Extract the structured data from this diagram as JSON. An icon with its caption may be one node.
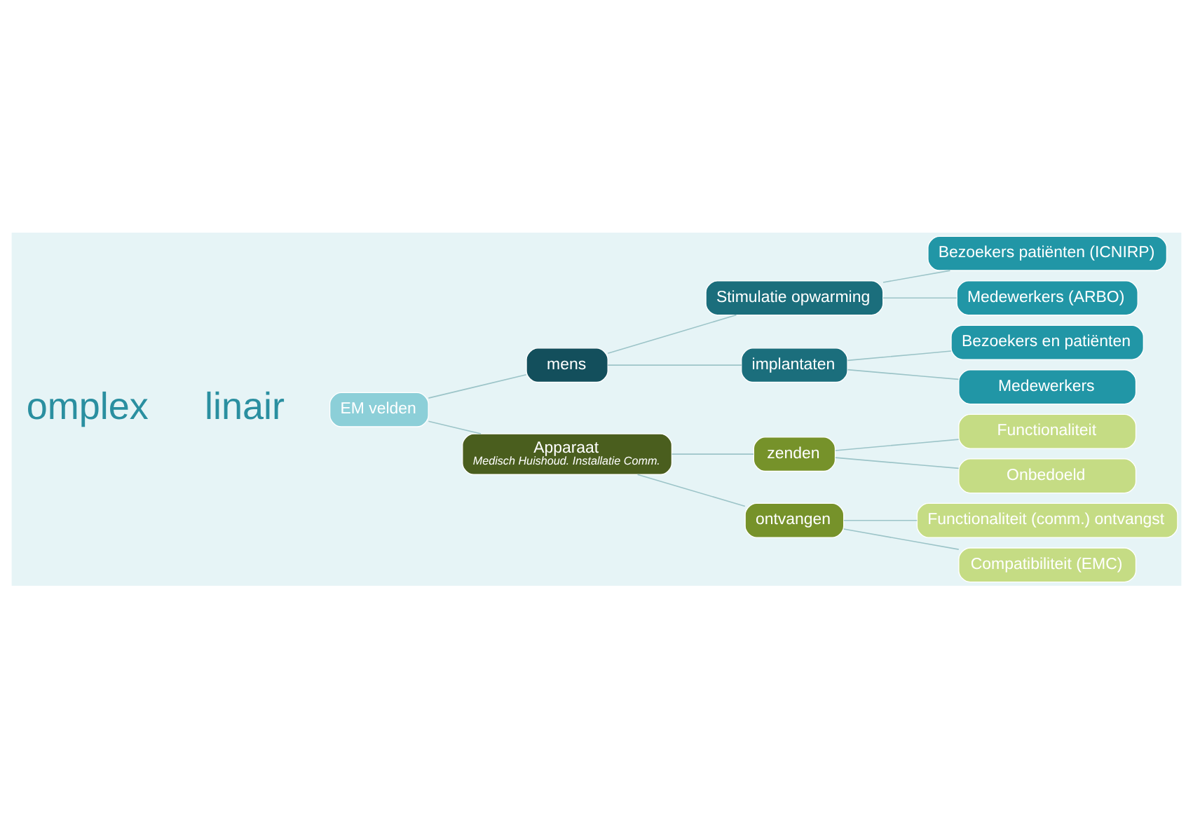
{
  "diagram": {
    "nodes": [
      {
        "text": [
          "EM velden"
        ]
      },
      {
        "text": [
          "mens"
        ]
      },
      {
        "text": [
          "Apparaat",
          "Medisch Huishoud. Installatie Comm."
        ]
      },
      {
        "text": [
          "Stimulatie opwarming"
        ]
      },
      {
        "text": [
          "implantaten"
        ]
      },
      {
        "text": [
          "zenden"
        ]
      },
      {
        "text": [
          "ontvangen"
        ]
      },
      {
        "text": [
          "Bezoekers patiënten (ICNIRP)"
        ]
      },
      {
        "text": [
          "Medewerkers (ARBO)"
        ]
      },
      {
        "text": [
          "Bezoekers en patiënten"
        ]
      },
      {
        "text": [
          "Medewerkers"
        ]
      },
      {
        "text": [
          "Functionaliteit"
        ]
      },
      {
        "text": [
          "Onbedoeld"
        ]
      },
      {
        "text": [
          "Functionaliteit (comm.) ontvangst"
        ]
      },
      {
        "text": [
          "Compatibiliteit (EMC)"
        ]
      }
    ],
    "edges": [
      {
        "from": 0,
        "to": 1,
        "arrow": "none"
      },
      {
        "from": 0,
        "to": 2,
        "arrow": "none"
      },
      {
        "from": 1,
        "to": 3,
        "arrow": "none"
      },
      {
        "from": 1,
        "to": 4,
        "arrow": "none"
      },
      {
        "from": 2,
        "to": 5,
        "arrow": "none"
      },
      {
        "from": 2,
        "to": 6,
        "arrow": "none"
      },
      {
        "from": 3,
        "to": 7,
        "arrow": "none"
      },
      {
        "from": 3,
        "to": 8,
        "arrow": "none"
      },
      {
        "from": 4,
        "to": 9,
        "arrow": "none"
      },
      {
        "from": 4,
        "to": 10,
        "arrow": "none"
      },
      {
        "from": 5,
        "to": 11,
        "arrow": "none"
      },
      {
        "from": 5,
        "to": 12,
        "arrow": "none"
      },
      {
        "from": 6,
        "to": 13,
        "arrow": "none"
      },
      {
        "from": 6,
        "to": 14,
        "arrow": "none"
      }
    ],
    "labels": [
      "omplex",
      "linair"
    ]
  }
}
